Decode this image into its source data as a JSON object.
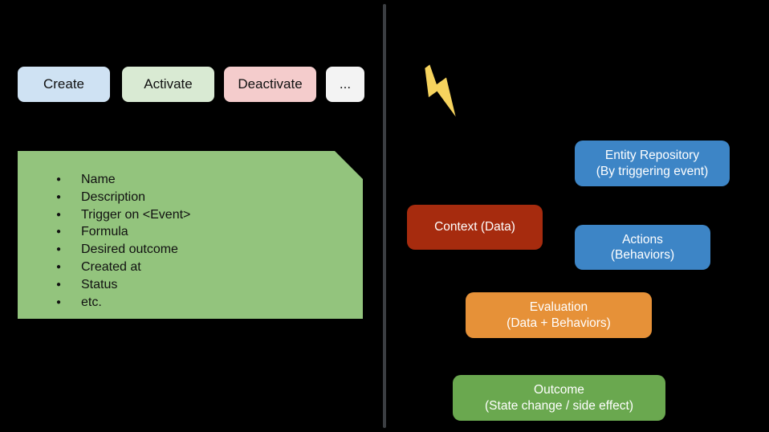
{
  "canvas": {
    "background": "#000000"
  },
  "divider": {
    "color": "#3b3e42"
  },
  "bolt": {
    "name": "lightning-bolt",
    "color": "#f6d35e"
  },
  "left": {
    "buttons": [
      {
        "label": "Create",
        "bg": "#cfe2f3"
      },
      {
        "label": "Activate",
        "bg": "#d9ead3"
      },
      {
        "label": "Deactivate",
        "bg": "#f4cccc"
      },
      {
        "label": "...",
        "bg": "#f3f3f3"
      }
    ],
    "note": {
      "bg": "#93c47d",
      "items": [
        "Name",
        "Description",
        "Trigger on <Event>",
        "Formula",
        "Desired outcome",
        "Created at",
        "Status",
        "etc."
      ]
    }
  },
  "right": {
    "entity_repository": {
      "line1": "Entity Repository",
      "line2": "(By triggering event)",
      "bg": "#3d85c6"
    },
    "context": {
      "line1": "Context (Data)",
      "bg": "#a62b0e"
    },
    "actions": {
      "line1": "Actions",
      "line2": "(Behaviors)",
      "bg": "#3d85c6"
    },
    "evaluation": {
      "line1": "Evaluation",
      "line2": "(Data + Behaviors)",
      "bg": "#e69138"
    },
    "outcome": {
      "line1": "Outcome",
      "line2": "(State change / side effect)",
      "bg": "#6aa84f"
    }
  }
}
